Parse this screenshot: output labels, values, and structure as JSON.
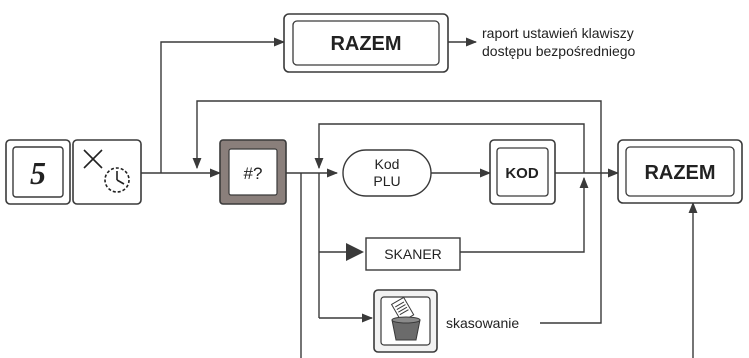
{
  "keys": {
    "five": "5",
    "razem_top": "RAZEM",
    "razem_right": "RAZEM",
    "hash_q": "#?",
    "kod": "KOD",
    "kod_plu_line1": "Kod",
    "kod_plu_line2": "PLU",
    "skaner": "SKANER"
  },
  "notes": {
    "report_line1": "raport ustawień klawiszy",
    "report_line2": "dostępu bezpośredniego",
    "delete_label": "skasowanie"
  },
  "icons": {
    "clock_key": "multiply-clock-icon",
    "delete_key": "trash-basket-icon"
  },
  "colors": {
    "line": "#3a3a3a",
    "key_face": "#f2f2f2",
    "key_dark": "#8a7f7b",
    "basket": "#6b6b6b"
  }
}
